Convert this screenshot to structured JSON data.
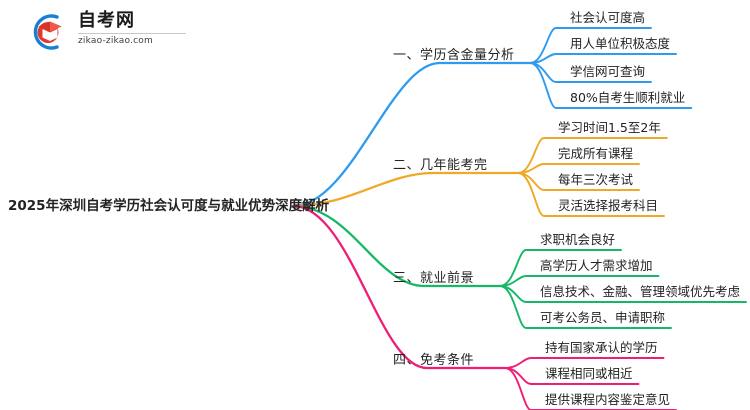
{
  "logo": {
    "mark_icon": "graduation-cap-in-circle-icon",
    "name": "自考网",
    "domain": "zikao-zikao.com",
    "arc_color": "#1a7fd4",
    "cap_color": "#d93025"
  },
  "mindmap": {
    "root": {
      "label": "2025年深圳自考学历社会认可度与就业优势深度解析"
    },
    "branches": [
      {
        "id": "branch-1",
        "label": "一、学历含金量分析",
        "color": "#2e9bef",
        "leaves": [
          {
            "label": "社会认可度高"
          },
          {
            "label": "用人单位积极态度"
          },
          {
            "label": "学信网可查询"
          },
          {
            "label": "80%自考生顺利就业"
          }
        ]
      },
      {
        "id": "branch-2",
        "label": "二、几年能考完",
        "color": "#f0a828",
        "leaves": [
          {
            "label": "学习时间1.5至2年"
          },
          {
            "label": "完成所有课程"
          },
          {
            "label": "每年三次考试"
          },
          {
            "label": "灵活选择报考科目"
          }
        ]
      },
      {
        "id": "branch-3",
        "label": "三、就业前景",
        "color": "#14b866",
        "leaves": [
          {
            "label": "求职机会良好"
          },
          {
            "label": "高学历人才需求增加"
          },
          {
            "label": "信息技术、金融、管理领域优先考虑"
          },
          {
            "label": "可考公务员、申请职称"
          }
        ]
      },
      {
        "id": "branch-4",
        "label": "四、免考条件",
        "color": "#ef1d73",
        "leaves": [
          {
            "label": "持有国家承认的学历"
          },
          {
            "label": "课程相同或相近"
          },
          {
            "label": "提供课程内容鉴定意见"
          }
        ]
      }
    ]
  }
}
